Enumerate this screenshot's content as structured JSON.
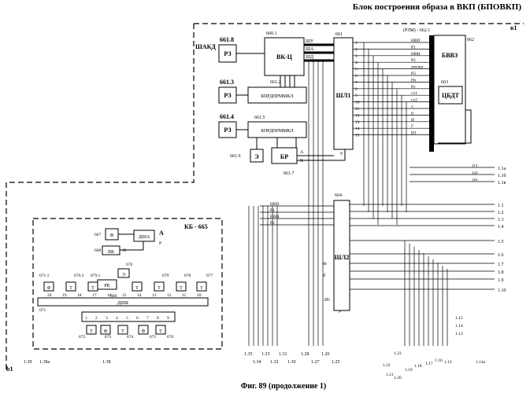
{
  "header": {
    "title": "Блок построения образа в ВКП (БПОВКП)",
    "corner_a": "в1",
    "corner_b": "b1"
  },
  "caption": "Фиг. 89 (продолжение 1)",
  "top": {
    "shakd": "ШАКД",
    "r3_a": "661.8",
    "r3": "РЗ",
    "vkc_id": "660.1",
    "vkc": "ВК-Ц",
    "shu": "ШУ",
    "sha": "ША",
    "shd": "ШД",
    "r3_b": "661.3",
    "bpr1_id": "661.2",
    "bpr": "БПРДПРММКЛ",
    "r3_c": "661.4",
    "bpr2_id": "661.5",
    "e_id": "661.6",
    "e": "Э",
    "br": "БР",
    "a": "А",
    "k": "К",
    "br_id": "661.7",
    "p": "Р",
    "shl1_id": "661",
    "shl1": "ШЛ1",
    "pins": [
      "1",
      "2",
      "3",
      "4",
      "5",
      "6",
      "7",
      "8",
      "9",
      "10",
      "11",
      "12",
      "13",
      "14",
      "15"
    ],
    "rzm": "(РЗМ) - 662.1",
    "sig_top": [
      "НВП",
      "Р1",
      "НВН",
      "Р2",
      "эмсиш",
      "Р3",
      "Нх",
      "Ру",
      "сх1",
      "сх2",
      "т",
      "d",
      "И",
      "Г",
      "И1"
    ],
    "bvvz_id": "662",
    "bvvz": "БВВЗ",
    "cbdt_id": "663",
    "cbdt": "ЦБДТ",
    "out_letters": [
      "(г)",
      "(д)",
      "(е)"
    ],
    "out_right1": [
      "1.1а",
      "1.1б",
      "1.1в"
    ]
  },
  "middle": {
    "shl2_id": "664",
    "shl2": "ШЛ2",
    "sig_mid": [
      "НВП",
      "Р1",
      "НВН",
      "Р2"
    ],
    "m": "m",
    "d": "d",
    "i1": "И1",
    "p": "Р",
    "out_right2": [
      "1.1",
      "1.2",
      "1.3",
      "1.4",
      "1.5",
      "1.6",
      "1.7",
      "1.8",
      "1.9",
      "1.10"
    ]
  },
  "kb": {
    "title": "КБ - 665",
    "f": "Ф",
    "dsha": "ДША",
    "a": "А",
    "p": "Р",
    "vk": "ВК",
    "i": "И",
    "e": "Э",
    "rk": "РК",
    "t": "Т",
    "dshk": "ДШК",
    "ids": [
      "667",
      "668",
      "670",
      "671.1",
      "671",
      "672",
      "673",
      "674",
      "675",
      "676",
      "677",
      "678",
      "679",
      "679.1",
      "679.2",
      "669"
    ],
    "bits_top": [
      "20",
      "19",
      "18",
      "17",
      "16",
      "15",
      "14",
      "13",
      "12",
      "11",
      "10"
    ],
    "bits_bot": [
      "1",
      "2",
      "3",
      "4",
      "5",
      "6",
      "7",
      "8",
      "9"
    ]
  },
  "bottom": {
    "left": [
      "1.39",
      "1.38а",
      "1.38"
    ],
    "mid1": [
      "1.35",
      "1.34",
      "1.33",
      "1.32",
      "1.31",
      "1.30"
    ],
    "mid2": [
      "1.28",
      "1.27",
      "1.26",
      "1.25"
    ],
    "right": [
      "1.23",
      "1.22",
      "1.21",
      "1.20",
      "1.19",
      "1.18",
      "1.17",
      "1.16",
      "1.15",
      "1.14",
      "1.13",
      "1.12",
      "1.14а"
    ]
  }
}
